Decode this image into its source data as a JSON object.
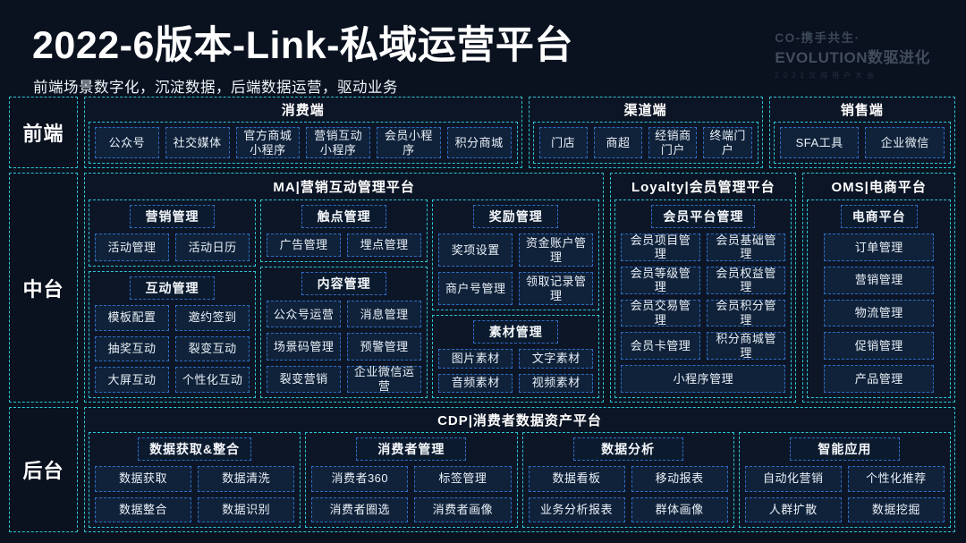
{
  "slide": {
    "title": "2022-6版本-Link-私域运营平台",
    "subtitle": "前端场景数字化，沉淀数据，后端数据运营，驱动业务",
    "logo": {
      "line1": "CO-携手共生·",
      "line2": "EVOLUTION数驱进化",
      "line3": "2021汉得用户大会"
    }
  },
  "colors": {
    "background": "#0a111f",
    "teal_border": "#2ec7d4",
    "blue_border": "#2f6cc2",
    "item_fill": "#10223a",
    "title_box_fill": "#0c1a2e",
    "text": "#eef3fa",
    "logo_text": "#3b4755"
  },
  "bands": [
    {
      "label": "前端",
      "platforms": [
        {
          "title": "消费端",
          "columns": [
            {
              "subgroups": [
                {
                  "title": null,
                  "rows": [
                    [
                      "公众号",
                      "社交媒体",
                      "官方商城小程序",
                      "营销互动小程序",
                      "会员小程序",
                      "积分商城"
                    ]
                  ]
                }
              ]
            }
          ]
        },
        {
          "title": "渠道端",
          "columns": [
            {
              "subgroups": [
                {
                  "title": null,
                  "rows": [
                    [
                      "门店",
                      "商超",
                      "经销商门户",
                      "终端门户"
                    ]
                  ]
                }
              ]
            }
          ]
        },
        {
          "title": "销售端",
          "columns": [
            {
              "subgroups": [
                {
                  "title": null,
                  "rows": [
                    [
                      "SFA工具",
                      "企业微信"
                    ]
                  ]
                }
              ]
            }
          ]
        }
      ]
    },
    {
      "label": "中台",
      "platforms": [
        {
          "title": "MA|营销互动管理平台",
          "columns": [
            {
              "subgroups": [
                {
                  "title": "营销管理",
                  "rows": [
                    [
                      "活动管理",
                      "活动日历"
                    ]
                  ]
                },
                {
                  "title": "互动管理",
                  "rows": [
                    [
                      "模板配置",
                      "邀约签到"
                    ],
                    [
                      "抽奖互动",
                      "裂变互动"
                    ],
                    [
                      "大屏互动",
                      "个性化互动"
                    ]
                  ]
                }
              ]
            },
            {
              "subgroups": [
                {
                  "title": "触点管理",
                  "rows": [
                    [
                      "广告管理",
                      "埋点管理"
                    ]
                  ]
                },
                {
                  "title": "内容管理",
                  "rows": [
                    [
                      "公众号运营",
                      "消息管理"
                    ],
                    [
                      "场景码管理",
                      "预警管理"
                    ],
                    [
                      "裂变营销",
                      "企业微信运营"
                    ]
                  ]
                }
              ]
            },
            {
              "subgroups": [
                {
                  "title": "奖励管理",
                  "rows": [
                    [
                      "奖项设置",
                      "资金账户管理"
                    ],
                    [
                      "商户号管理",
                      "领取记录管理"
                    ]
                  ]
                },
                {
                  "title": "素材管理",
                  "rows": [
                    [
                      "图片素材",
                      "文字素材"
                    ],
                    [
                      "音频素材",
                      "视频素材"
                    ]
                  ]
                }
              ]
            }
          ]
        },
        {
          "title": "Loyalty|会员管理平台",
          "columns": [
            {
              "subgroups": [
                {
                  "title": "会员平台管理",
                  "rows": [
                    [
                      "会员项目管理",
                      "会员基础管理"
                    ],
                    [
                      "会员等级管理",
                      "会员权益管理"
                    ],
                    [
                      "会员交易管理",
                      "会员积分管理"
                    ],
                    [
                      "会员卡管理",
                      "积分商城管理"
                    ],
                    [
                      "小程序管理"
                    ]
                  ]
                }
              ]
            }
          ]
        },
        {
          "title": "OMS|电商平台",
          "columns": [
            {
              "subgroups": [
                {
                  "title": "电商平台",
                  "rows": [
                    [
                      "订单管理"
                    ],
                    [
                      "营销管理"
                    ],
                    [
                      "物流管理"
                    ],
                    [
                      "促销管理"
                    ],
                    [
                      "产品管理"
                    ]
                  ]
                }
              ]
            }
          ]
        }
      ]
    },
    {
      "label": "后台",
      "platforms": [
        {
          "title": "CDP|消费者数据资产平台",
          "columns": [
            {
              "subgroups": [
                {
                  "title": "数据获取&整合",
                  "rows": [
                    [
                      "数据获取",
                      "数据清洗"
                    ],
                    [
                      "数据整合",
                      "数据识别"
                    ]
                  ]
                }
              ]
            },
            {
              "subgroups": [
                {
                  "title": "消费者管理",
                  "rows": [
                    [
                      "消费者360",
                      "标签管理"
                    ],
                    [
                      "消费者圈选",
                      "消费者画像"
                    ]
                  ]
                }
              ]
            },
            {
              "subgroups": [
                {
                  "title": "数据分析",
                  "rows": [
                    [
                      "数据看板",
                      "移动报表"
                    ],
                    [
                      "业务分析报表",
                      "群体画像"
                    ]
                  ]
                }
              ]
            },
            {
              "subgroups": [
                {
                  "title": "智能应用",
                  "rows": [
                    [
                      "自动化营销",
                      "个性化推荐"
                    ],
                    [
                      "人群扩散",
                      "数据挖掘"
                    ]
                  ]
                }
              ]
            }
          ]
        }
      ]
    }
  ]
}
